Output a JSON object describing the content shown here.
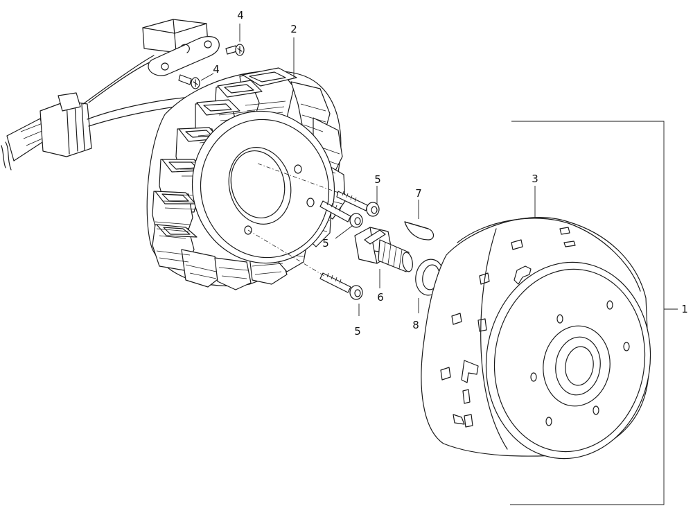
{
  "callouts": {
    "c1": "1",
    "c2": "2",
    "c3": "3",
    "c4a": "4",
    "c4b": "4",
    "c5a": "5",
    "c5b": "5",
    "c5c": "5",
    "c6": "6",
    "c7": "7",
    "c8": "8"
  },
  "colors": {
    "line": "#1a1a1a",
    "background": "#ffffff"
  }
}
